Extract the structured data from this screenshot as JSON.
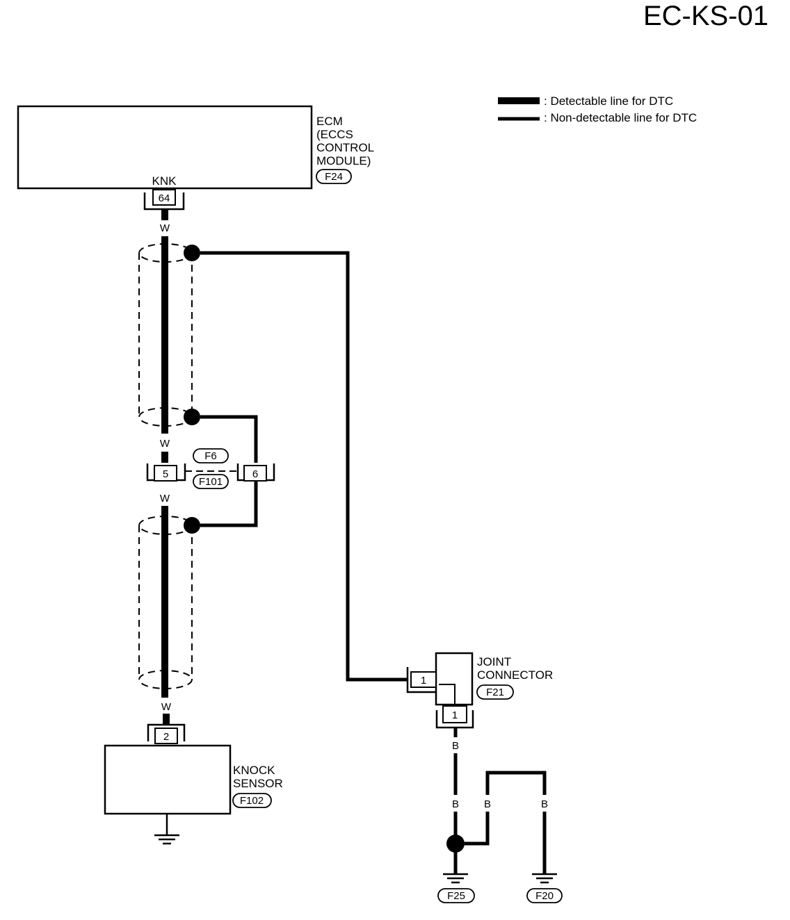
{
  "page_title": "EC-KS-01",
  "legend": {
    "detectable": ": Detectable line for DTC",
    "non_detectable": ": Non-detectable line for DTC"
  },
  "ecm": {
    "name_lines": [
      "ECM",
      "(ECCS",
      "CONTROL",
      "MODULE)"
    ],
    "connector": "F24",
    "terminal_label": "KNK",
    "pin": "64"
  },
  "shield_connector": {
    "connector_top": "F6",
    "connector_bottom": "F101",
    "pin_signal": "5",
    "pin_shield": "6"
  },
  "knock_sensor": {
    "name_lines": [
      "KNOCK",
      "SENSOR"
    ],
    "connector": "F102",
    "pin": "2"
  },
  "joint_connector": {
    "name_lines": [
      "JOINT",
      "CONNECTOR"
    ],
    "connector": "F21",
    "pin_in": "1",
    "pin_out": "1"
  },
  "wire_colors": {
    "signal": "W",
    "ground": "B"
  },
  "grounds": {
    "left": "F25",
    "right": "F20"
  }
}
